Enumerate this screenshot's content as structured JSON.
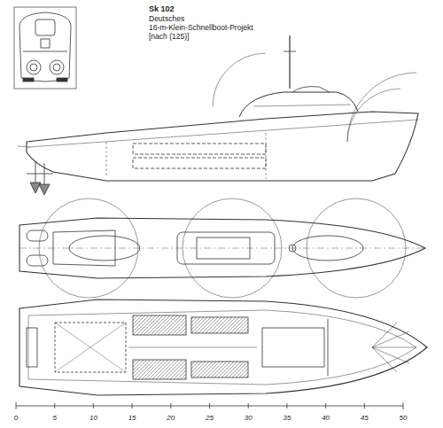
{
  "diagram": {
    "title": "Sk 102",
    "labels": [
      "Deutsches",
      "16-m-Klein-Schnellboot-Projekt",
      "[nach (125)]",
      "0",
      "5",
      "10",
      "15",
      "20",
      "25",
      "30",
      "35",
      "40",
      "45",
      "50"
    ]
  }
}
